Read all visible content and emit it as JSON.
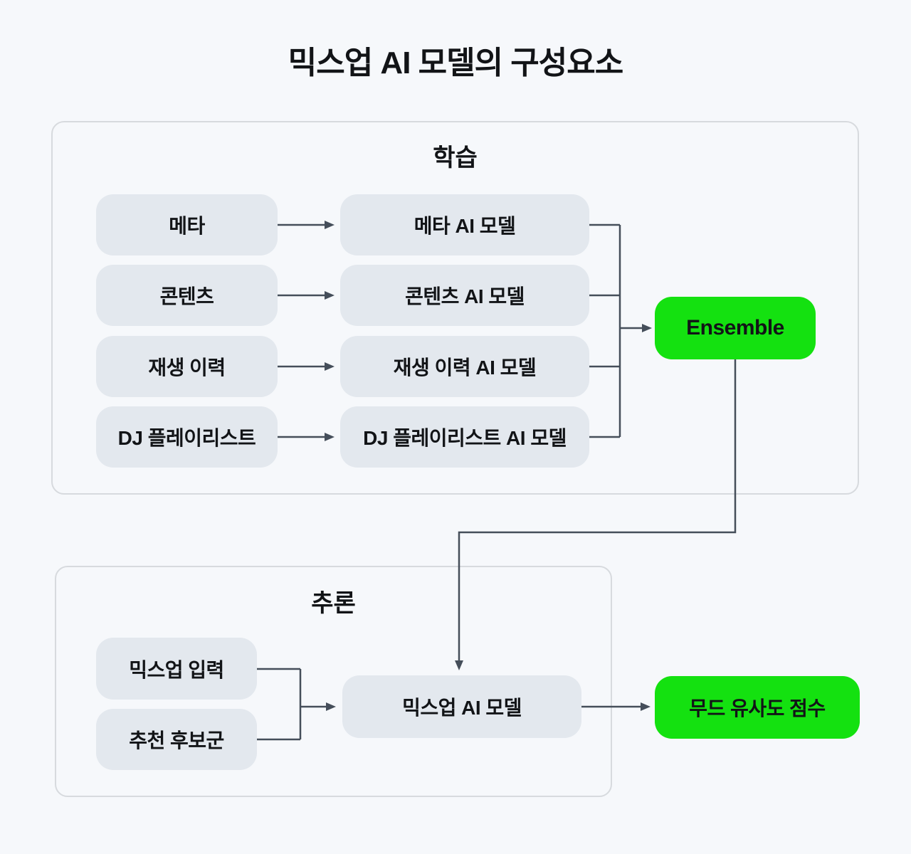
{
  "title": "믹스업 AI 모델의 구성요소",
  "colors": {
    "background": "#f6f8fb",
    "node_fill": "#e3e8ee",
    "accent_green": "#14e110",
    "connector": "#454e5a",
    "panel_border": "#d7dade",
    "text": "#121417"
  },
  "training_section": {
    "label": "학습",
    "rows": [
      {
        "input": "메타",
        "model": "메타 AI 모델"
      },
      {
        "input": "콘텐츠",
        "model": "콘텐츠 AI 모델"
      },
      {
        "input": "재생 이력",
        "model": "재생 이력 AI 모델"
      },
      {
        "input": "DJ 플레이리스트",
        "model": "DJ 플레이리스트 AI 모델"
      }
    ],
    "output": "Ensemble"
  },
  "inference_section": {
    "label": "추론",
    "inputs": [
      "믹스업 입력",
      "추천 후보군"
    ],
    "model": "믹스업 AI 모델",
    "output": "무드 유사도 점수"
  }
}
